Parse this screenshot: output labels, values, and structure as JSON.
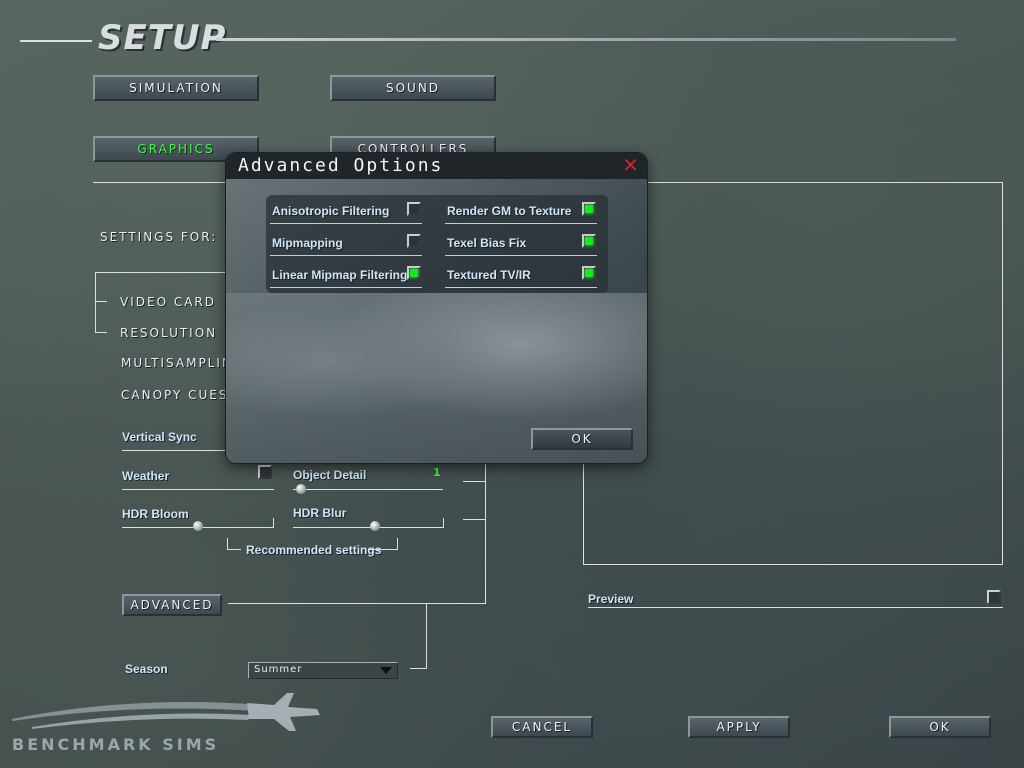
{
  "header": {
    "title": "SETUP"
  },
  "nav": {
    "simulation": "Simulation",
    "sound": "Sound",
    "graphics": "Graphics",
    "controllers": "Controllers"
  },
  "settings": {
    "settings_for": "Settings For:",
    "video_card": "Video Card",
    "resolution": "Resolution",
    "multisampling": "Multisampling",
    "canopy_cues": "Canopy Cues",
    "vertical_sync": "Vertical Sync",
    "weather": "Weather",
    "object_detail": "Object Detail",
    "object_detail_value": "1",
    "hdr_bloom": "HDR Bloom",
    "hdr_blur": "HDR Blur",
    "recommended": "Recommended settings",
    "advanced_button": "Advanced",
    "season_label": "Season",
    "season_value": "Summer",
    "preview_label": "Preview"
  },
  "controls": {
    "weather_checked": false,
    "preview_checked": false,
    "object_detail_level": 0,
    "hdr_bloom_level": 0.5,
    "hdr_blur_level": 0.55
  },
  "footer": {
    "cancel": "Cancel",
    "apply": "Apply",
    "ok": "Ok",
    "logo_text": "BENCHMARK SIMS"
  },
  "dialog": {
    "title": "Advanced Options",
    "close": "✕",
    "ok": "Ok",
    "options": [
      {
        "label": "Anisotropic Filtering",
        "checked": false
      },
      {
        "label": "Mipmapping",
        "checked": false
      },
      {
        "label": "Linear Mipmap Filtering",
        "checked": true
      },
      {
        "label": "Render GM to Texture",
        "checked": true
      },
      {
        "label": "Texel Bias Fix",
        "checked": true
      },
      {
        "label": "Textured TV/IR",
        "checked": true
      }
    ]
  },
  "colors": {
    "accent_green": "#19e81b",
    "close_red": "#e11d1d",
    "graphics_tab_text": "#3cff3c"
  },
  "icons": {
    "close": "close-icon",
    "dropdown": "chevron-down-icon",
    "jet": "jet-logo-icon"
  }
}
